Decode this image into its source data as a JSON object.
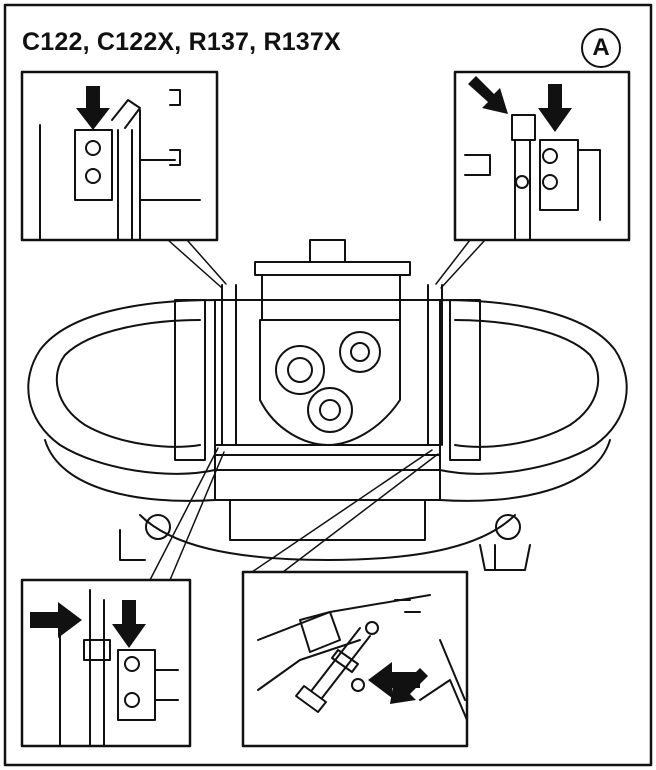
{
  "figure": {
    "title": "C122, C122X, R137, R137X",
    "badge": "A"
  },
  "callouts": [
    {
      "name": "callout-top-left",
      "arrows": 1
    },
    {
      "name": "callout-top-right",
      "arrows": 2
    },
    {
      "name": "callout-bottom-left",
      "arrows": 2
    },
    {
      "name": "callout-bottom-center",
      "arrows": 2
    }
  ],
  "colors": {
    "line": "#111111",
    "arrow": "#111111",
    "background": "#ffffff"
  }
}
